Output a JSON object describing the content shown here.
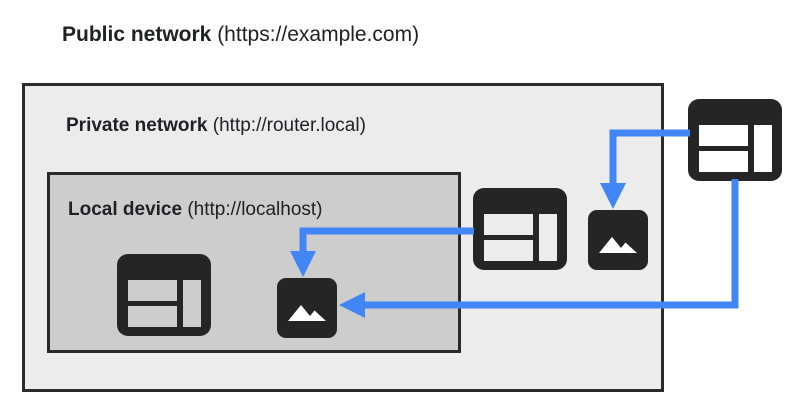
{
  "diagram": {
    "title": {
      "bold": "Public network",
      "regular": " (https://example.com)"
    },
    "boxes": [
      {
        "id": "private-network",
        "bold": "Private network",
        "regular": " (http://router.local)",
        "fill": "#ececec",
        "border": "#2a2a2a"
      },
      {
        "id": "local-device",
        "bold": "Local device",
        "regular": " (http://localhost)",
        "fill": "#cdcdcd",
        "border": "#2a2a2a"
      }
    ],
    "icons": [
      {
        "id": "browser-public",
        "kind": "browser-window-icon",
        "zone": "public-network"
      },
      {
        "id": "browser-private",
        "kind": "browser-window-icon",
        "zone": "private-network"
      },
      {
        "id": "browser-local",
        "kind": "browser-window-icon",
        "zone": "local-device"
      },
      {
        "id": "image-private",
        "kind": "image-icon",
        "zone": "private-network"
      },
      {
        "id": "image-local",
        "kind": "image-icon",
        "zone": "local-device"
      }
    ],
    "arrows": [
      {
        "id": "public-browser-to-private-image",
        "from": "browser-public",
        "to": "image-private"
      },
      {
        "id": "private-browser-to-local-image",
        "from": "browser-private",
        "to": "image-local"
      },
      {
        "id": "public-browser-to-local-image",
        "from": "browser-public",
        "to": "image-local"
      }
    ],
    "colors": {
      "arrow": "#4285f4",
      "icon_dark": "#252525",
      "outer_fill": "#ececec",
      "inner_fill": "#cdcdcd",
      "border": "#2a2a2a",
      "text": "#202124",
      "page_background": "#ffffff"
    }
  }
}
